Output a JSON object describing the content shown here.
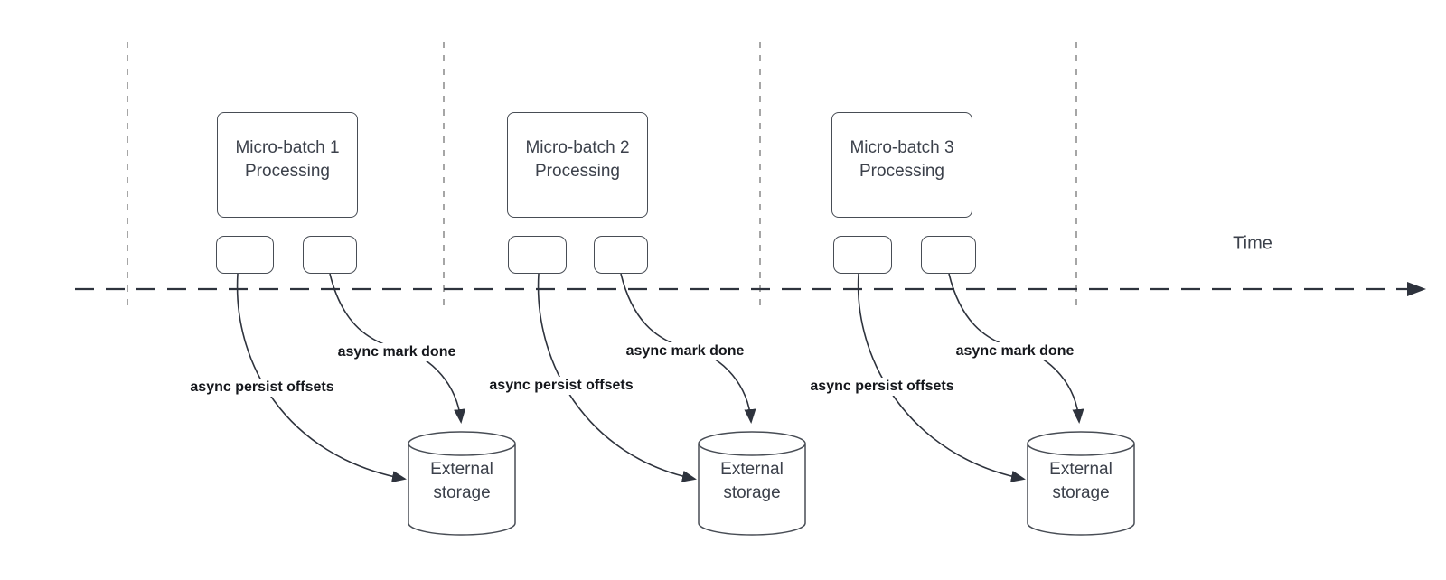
{
  "diagram": {
    "time_axis": {
      "label": "Time"
    },
    "groups": [
      {
        "box": {
          "line1": "Micro-batch 1",
          "line2": "Processing"
        },
        "persist_label": "async persist offsets",
        "done_label": "async mark done",
        "storage": {
          "line1": "External",
          "line2": "storage"
        }
      },
      {
        "box": {
          "line1": "Micro-batch 2",
          "line2": "Processing"
        },
        "persist_label": "async persist offsets",
        "done_label": "async mark done",
        "storage": {
          "line1": "External",
          "line2": "storage"
        }
      },
      {
        "box": {
          "line1": "Micro-batch 3",
          "line2": "Processing"
        },
        "persist_label": "async persist offsets",
        "done_label": "async mark done",
        "storage": {
          "line1": "External",
          "line2": "storage"
        }
      }
    ],
    "colors": {
      "background": "#ffffff",
      "shape_stroke": "#484d55",
      "guide": "#a6a6a6",
      "timeline": "#2e333d",
      "box_text": "#3c414b",
      "label_text": "#15171c"
    }
  }
}
